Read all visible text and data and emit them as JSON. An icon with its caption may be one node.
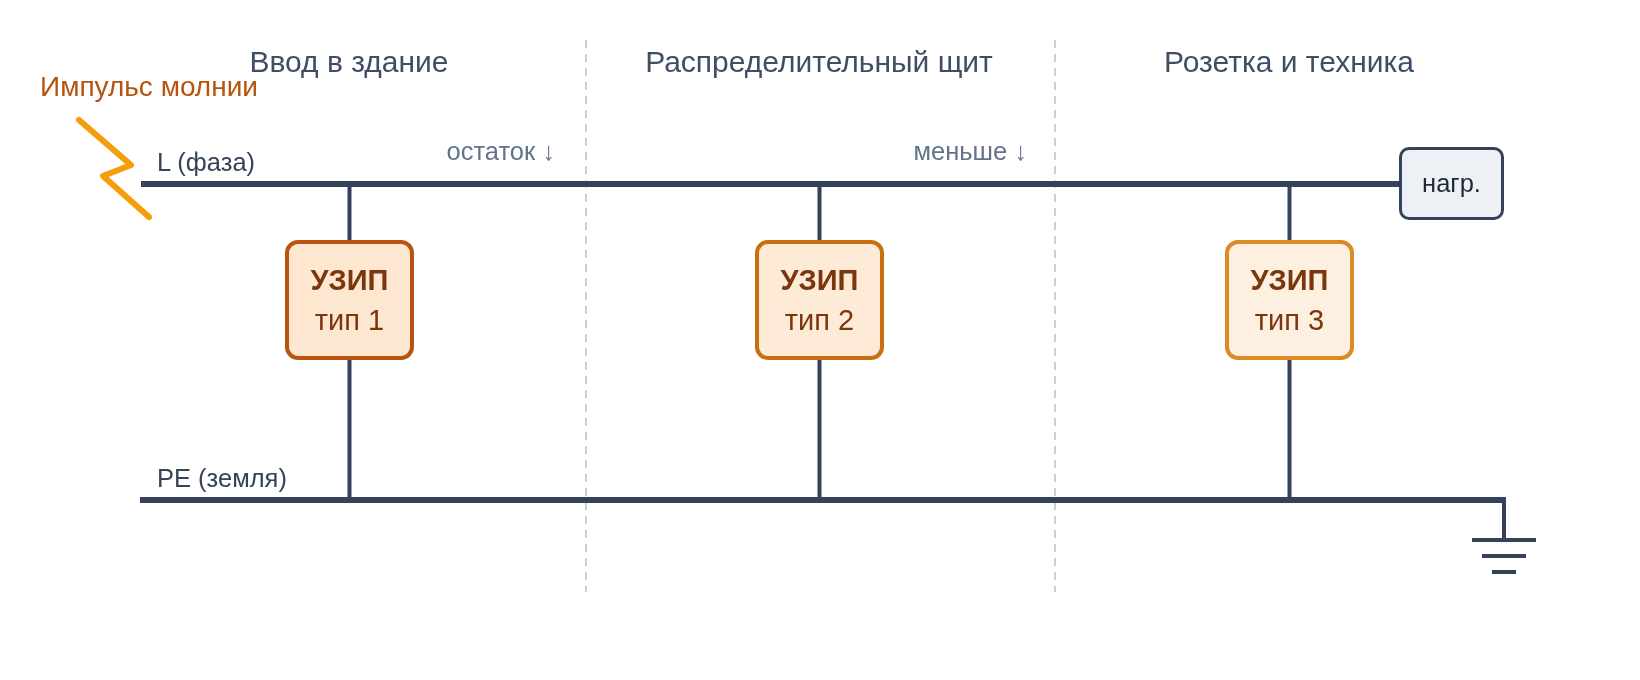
{
  "diagram": {
    "nodes": [
      {
        "text": [],
        "shape": "bar",
        "beside": [
          "L (фаза)",
          "остаток ↓",
          "меньше ↓"
        ]
      },
      {
        "text": [],
        "shape": "bar",
        "beside": [
          "PE (земля)"
        ]
      },
      {
        "text": [
          "УЗИП",
          "тип 1"
        ]
      },
      {
        "text": [
          "УЗИП",
          "тип 2"
        ]
      },
      {
        "text": [
          "УЗИП",
          "тип 3"
        ]
      },
      {
        "text": [
          "нагр."
        ]
      },
      {
        "text": [],
        "shape": "ground"
      }
    ],
    "edges": [
      {
        "from": 0,
        "to": 2,
        "arrow": "none"
      },
      {
        "from": 2,
        "to": 1,
        "arrow": "none"
      },
      {
        "from": 0,
        "to": 3,
        "arrow": "none"
      },
      {
        "from": 3,
        "to": 1,
        "arrow": "none"
      },
      {
        "from": 0,
        "to": 4,
        "arrow": "none"
      },
      {
        "from": 4,
        "to": 1,
        "arrow": "none"
      },
      {
        "from": 1,
        "to": 6,
        "arrow": "none"
      }
    ],
    "labels": [
      "Ввод в здание",
      "Распределительный щит",
      "Розетка и техника",
      "Импульс молнии"
    ]
  }
}
